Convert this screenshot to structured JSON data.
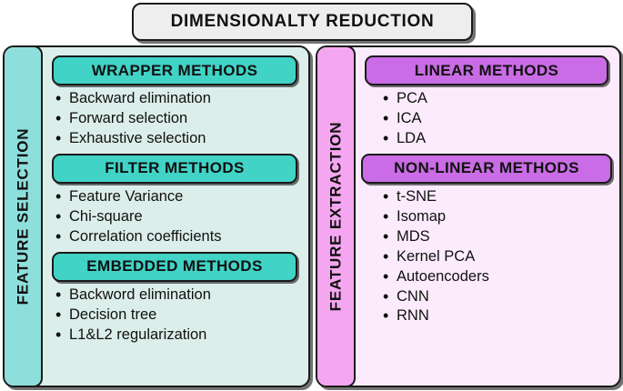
{
  "title": {
    "text": "DIMENSIONALTY REDUCTION"
  },
  "colors": {
    "title_bg": "#eeeeee",
    "outline": "#1a1a1a",
    "left_panel_bg": "#dceeea",
    "left_sidebar_bg": "#8edfdc",
    "left_header_bg": "#40d3c6",
    "right_panel_bg": "#fcebfd",
    "right_sidebar_bg": "#f5a6f0",
    "right_header_bg": "#c96ce5"
  },
  "panels": [
    {
      "id": "feature-selection",
      "side_label": "FEATURE SELECTION",
      "sections": [
        {
          "header": "WRAPPER METHODS",
          "items": [
            "Backward elimination",
            "Forward selection",
            "Exhaustive selection"
          ]
        },
        {
          "header": "FILTER METHODS",
          "items": [
            "Feature Variance",
            "Chi-square",
            "Correlation coefficients"
          ]
        },
        {
          "header": "EMBEDDED METHODS",
          "items": [
            "Backword elimination",
            "Decision tree",
            "L1&L2 regularization"
          ]
        }
      ]
    },
    {
      "id": "feature-extraction",
      "side_label": "FEATURE EXTRACTION",
      "sections": [
        {
          "header": "LINEAR METHODS",
          "items": [
            "PCA",
            "ICA",
            "LDA"
          ]
        },
        {
          "header": "NON-LINEAR METHODS",
          "items": [
            "t-SNE",
            "Isomap",
            "MDS",
            "Kernel PCA",
            "Autoencoders",
            "CNN",
            "RNN"
          ]
        }
      ]
    }
  ]
}
